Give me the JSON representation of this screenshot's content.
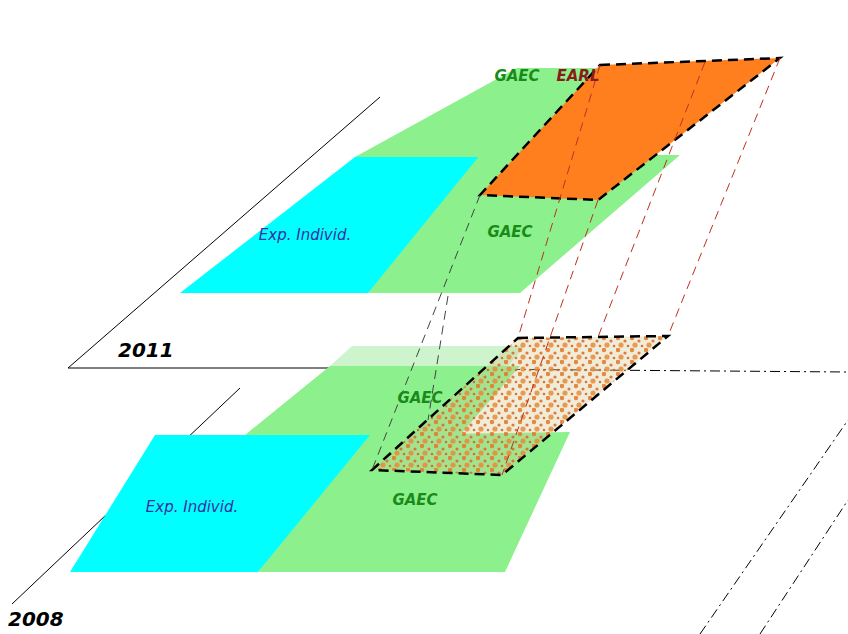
{
  "diagram": {
    "nodes": [
      {
        "text": [
          "GAEC"
        ]
      },
      {
        "text": [
          "EARL"
        ]
      },
      {
        "text": [
          "Exp. Individ."
        ]
      },
      {
        "text": [
          "GAEC"
        ]
      },
      {
        "text": [
          "GAEC"
        ]
      },
      {
        "text": [
          "Exp. Individ."
        ]
      },
      {
        "text": [
          "GAEC"
        ]
      }
    ],
    "labels": [
      "2011",
      "2008"
    ]
  }
}
